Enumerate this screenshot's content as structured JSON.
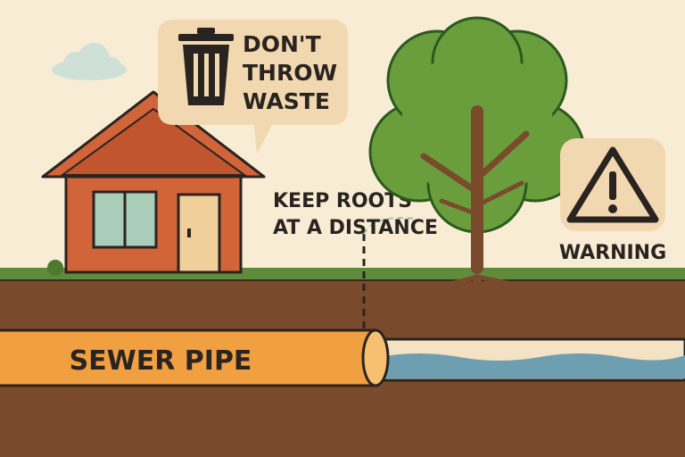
{
  "speech_bubble": {
    "lines": [
      "DON'T",
      "THROW",
      "WASTE"
    ],
    "icon": "trash-can-icon"
  },
  "roots_note": {
    "lines": [
      "KEEP ROOTS",
      "AT A DISTANCE"
    ]
  },
  "warning": {
    "label": "WARNING",
    "icon": "warning-triangle-icon"
  },
  "pipe": {
    "label": "SEWER PIPE"
  },
  "colors": {
    "sky": "#f8ecd4",
    "soil": "#7a4a2c",
    "grass": "#5f8b3c",
    "pipe": "#f0a040",
    "house": "#d2643a",
    "tree": "#6a9e3c",
    "water": "#6d9fb0"
  }
}
